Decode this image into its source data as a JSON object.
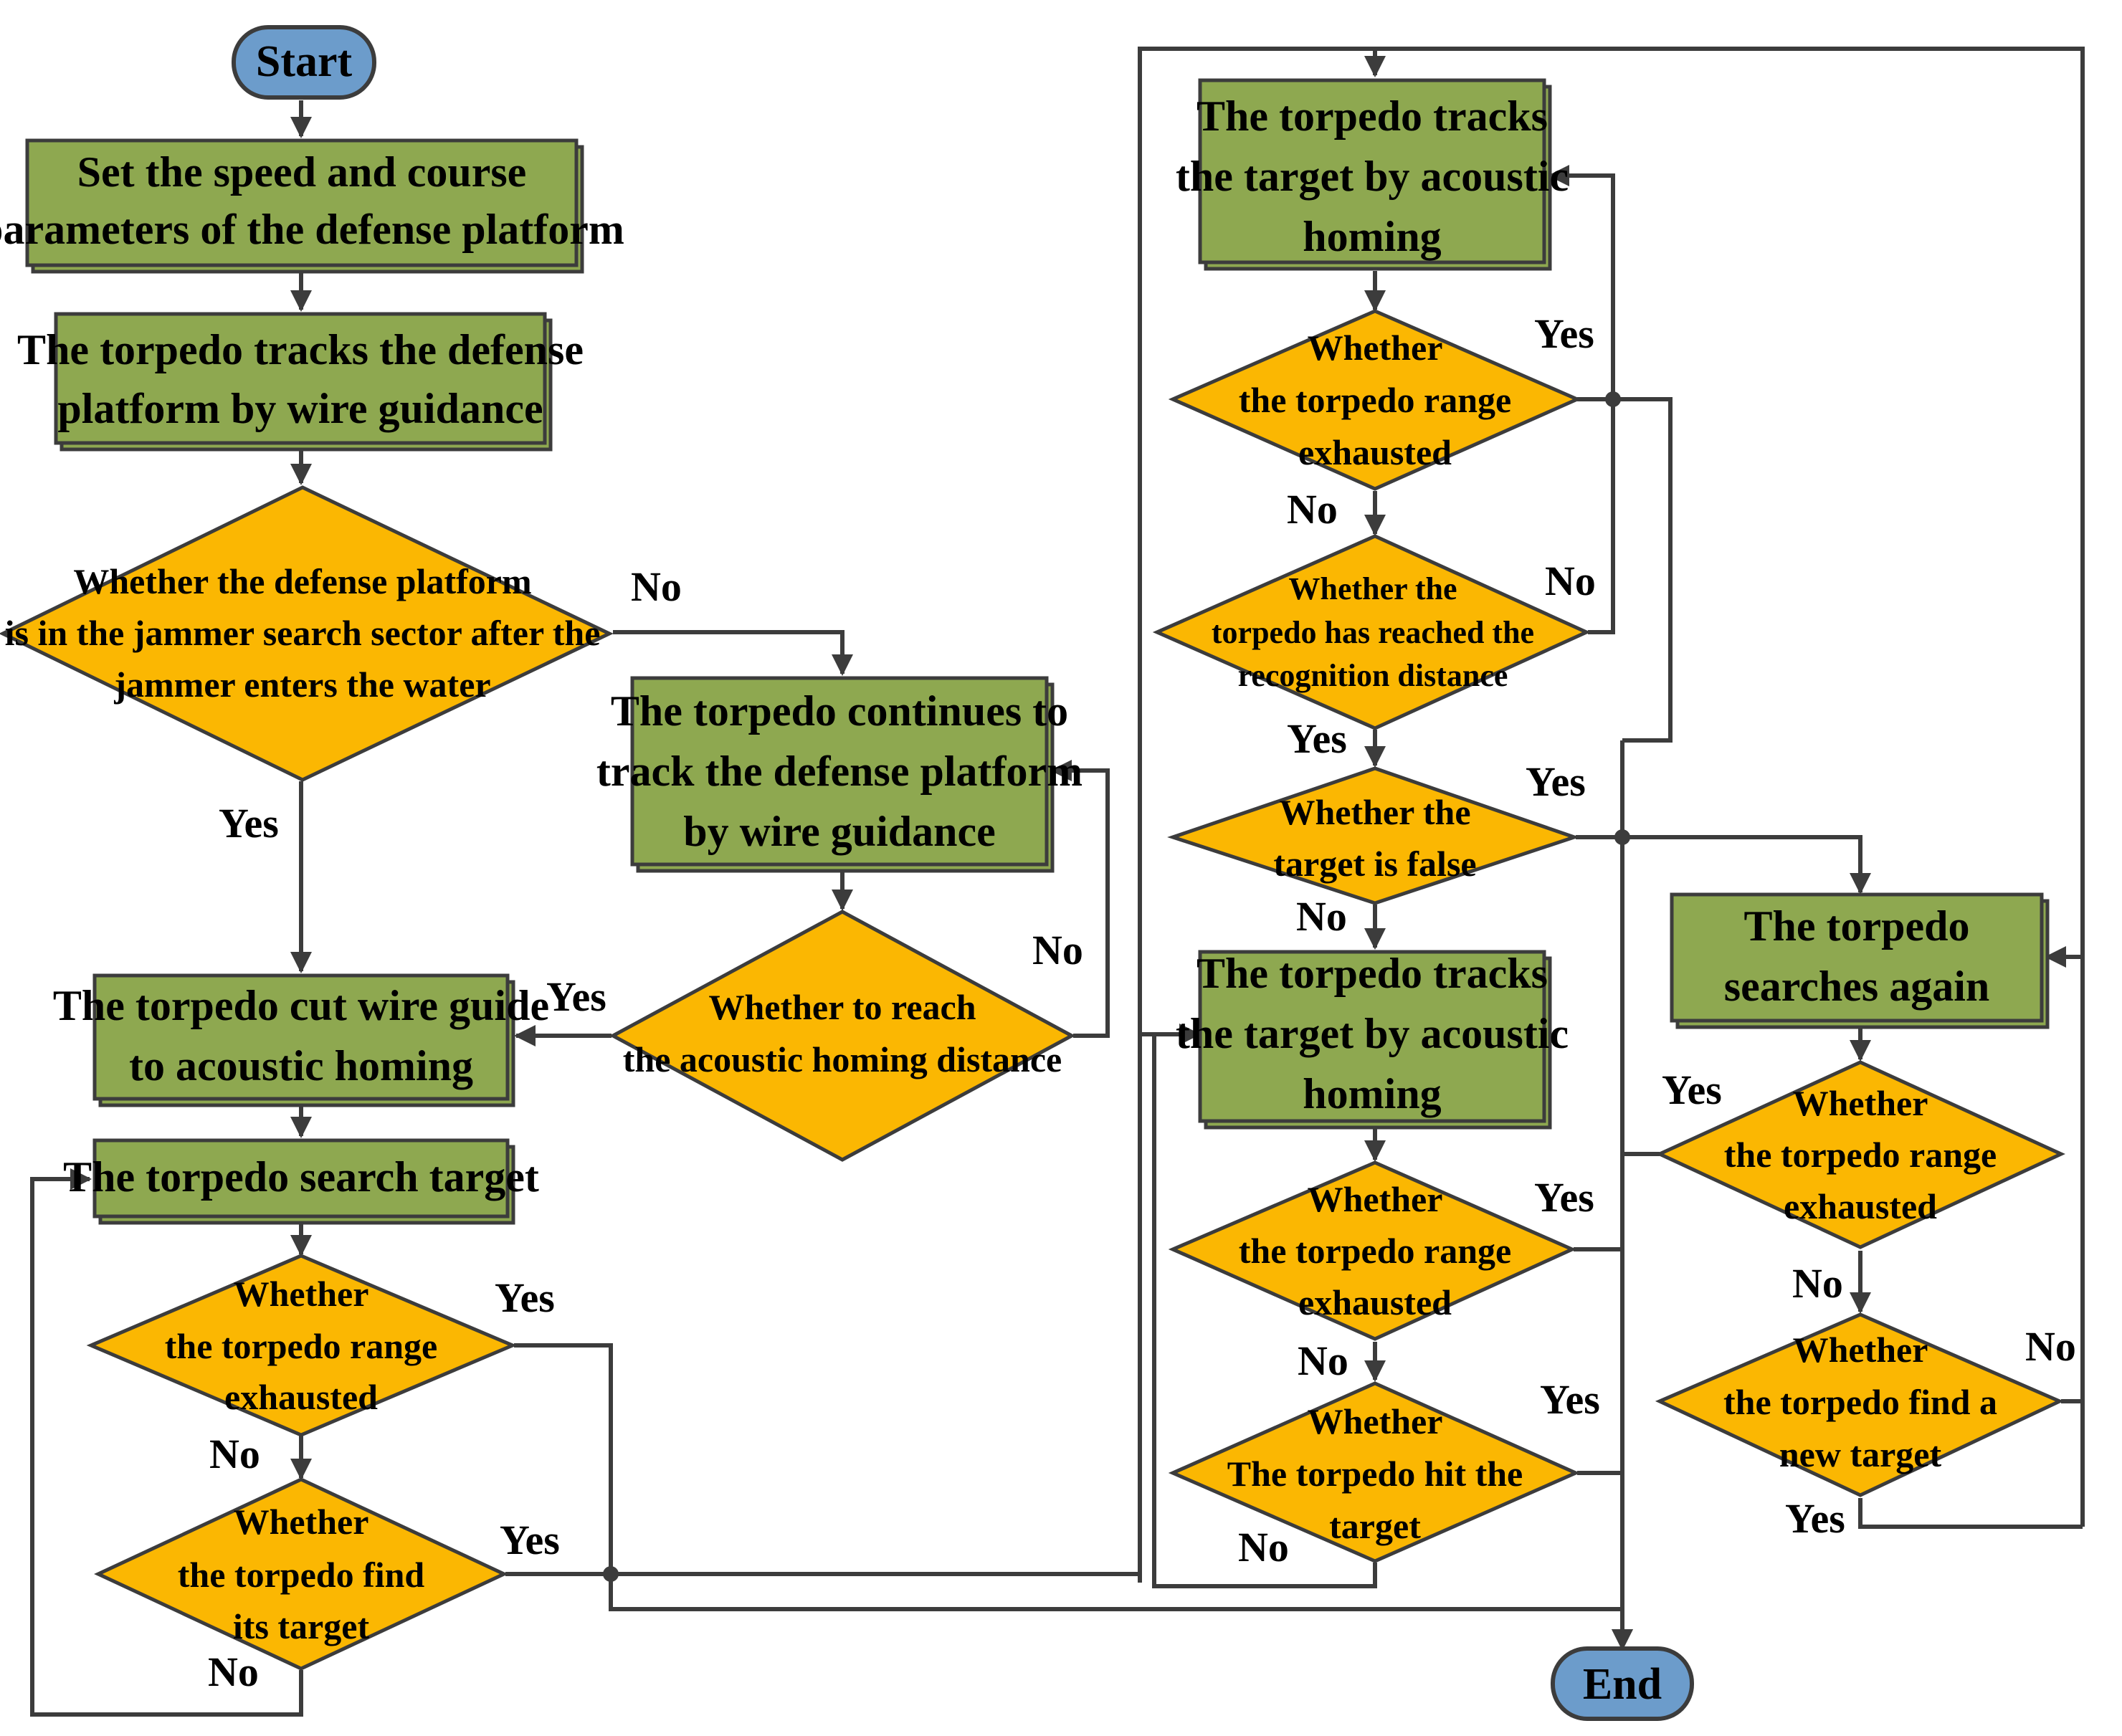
{
  "terminals": {
    "start": "Start",
    "end": "End"
  },
  "processes": {
    "set_params": [
      "Set the speed and course",
      "parameters of the defense platform"
    ],
    "wire_track": [
      "The torpedo tracks the defense",
      "platform by wire guidance"
    ],
    "continue_track": [
      "The torpedo continues to",
      "track the defense platform",
      "by wire guidance"
    ],
    "cut_wire": [
      "The torpedo cut wire guide",
      "to acoustic homing"
    ],
    "search_target": [
      "The torpedo search target"
    ],
    "acoustic_top": [
      "The torpedo tracks",
      "the target by acoustic",
      "homing"
    ],
    "acoustic_mid": [
      "The torpedo tracks",
      "the target by acoustic",
      "homing"
    ],
    "search_again": [
      "The torpedo",
      "searches again"
    ]
  },
  "decisions": {
    "in_sector": [
      "Whether the defense platform",
      "is in the jammer search sector after the",
      "jammer enters the water"
    ],
    "reach_homing": [
      "Whether to reach",
      "the acoustic homing distance"
    ],
    "range_left": [
      "Whether",
      "the torpedo range",
      "exhausted"
    ],
    "find_target": [
      "Whether",
      "the torpedo find",
      "its target"
    ],
    "range_top": [
      "Whether",
      "the torpedo range",
      "exhausted"
    ],
    "recognition": [
      "Whether the",
      "torpedo has reached the",
      "recognition distance"
    ],
    "target_false": [
      "Whether the",
      "target is false"
    ],
    "range_mid": [
      "Whether",
      "the torpedo range",
      "exhausted"
    ],
    "hit_target": [
      "Whether",
      "The torpedo hit the",
      "target"
    ],
    "range_right": [
      "Whether",
      "the torpedo range",
      "exhausted"
    ],
    "new_target": [
      "Whether",
      "the torpedo find a",
      "new target"
    ]
  },
  "labels": {
    "sector_no": "No",
    "sector_yes": "Yes",
    "homing_no": "No",
    "homing_yes": "Yes",
    "range_left_yes": "Yes",
    "range_left_no": "No",
    "find_yes": "Yes",
    "find_no": "No",
    "range_top_yes": "Yes",
    "range_top_no": "No",
    "recog_no": "No",
    "recog_yes": "Yes",
    "false_yes": "Yes",
    "false_no": "No",
    "range_mid_yes": "Yes",
    "range_mid_no": "No",
    "hit_yes": "Yes",
    "hit_no": "No",
    "range_right_yes": "Yes",
    "range_right_no": "No",
    "new_no": "No",
    "new_yes": "Yes"
  },
  "colors": {
    "process_fill": "#8ea850",
    "decision_fill": "#fbb702",
    "terminal_fill": "#6c9ccb",
    "line": "#3c3c3c"
  }
}
